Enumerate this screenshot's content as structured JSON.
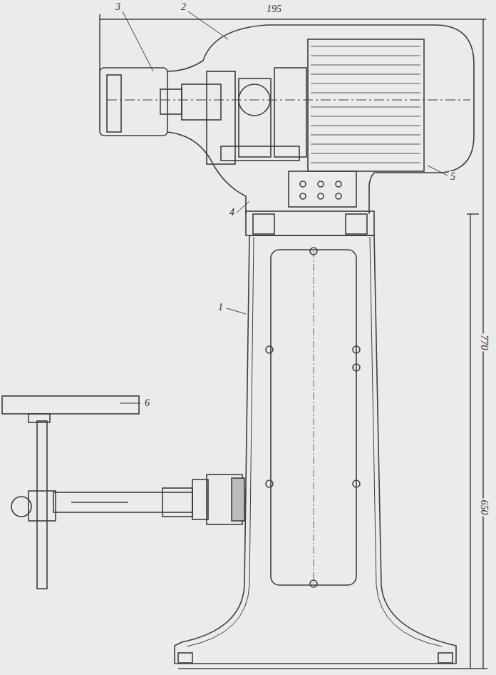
{
  "diagram": {
    "labels": [
      "3",
      "2",
      "195",
      "5",
      "4",
      "1",
      "6",
      "770",
      "650"
    ]
  }
}
